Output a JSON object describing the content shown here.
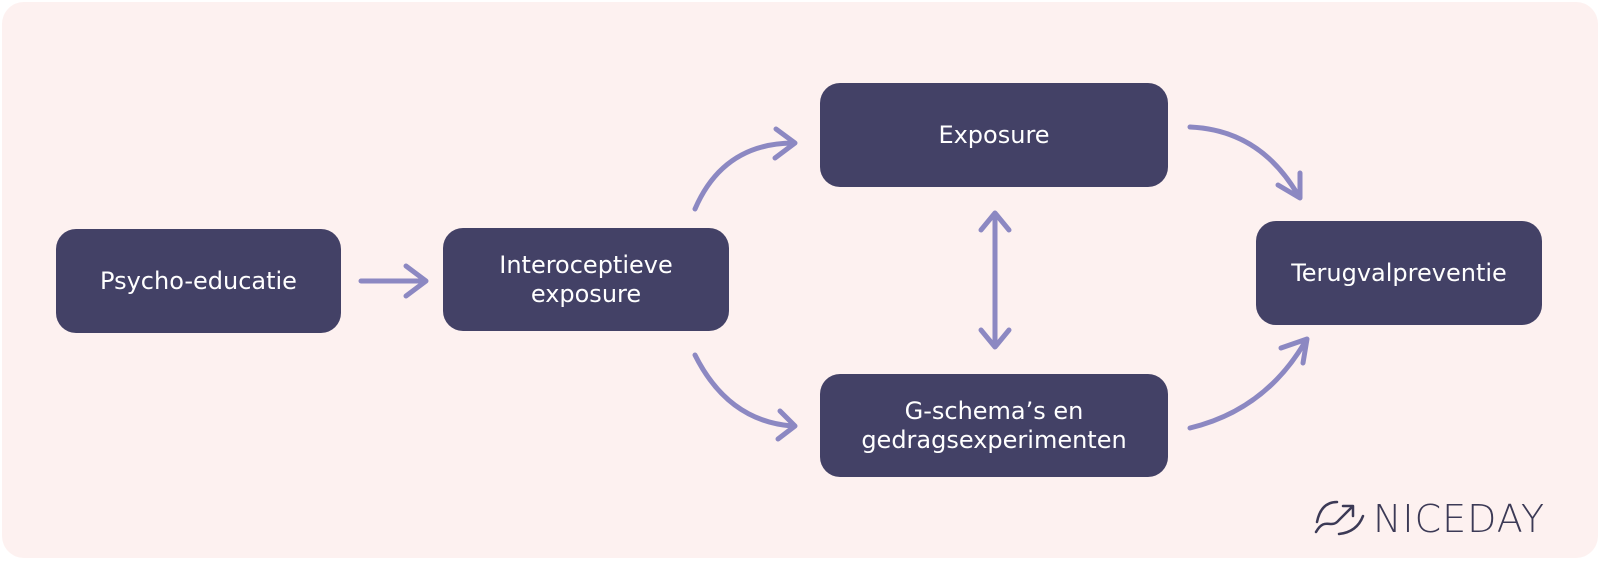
{
  "diagram": {
    "nodes": [
      {
        "id": "psycho",
        "label": "Psycho-educatie"
      },
      {
        "id": "intero",
        "label_line1": "Interoceptieve",
        "label_line2": "exposure"
      },
      {
        "id": "expo",
        "label": "Exposure"
      },
      {
        "id": "gschema",
        "label_line1": "G-schema’s en",
        "label_line2": "gedragsexperimenten"
      },
      {
        "id": "terug",
        "label": "Terugvalpreventie"
      }
    ],
    "edges": [
      {
        "from": "psycho",
        "to": "intero",
        "direction": "forward"
      },
      {
        "from": "intero",
        "to": "expo",
        "direction": "forward"
      },
      {
        "from": "intero",
        "to": "gschema",
        "direction": "forward"
      },
      {
        "from": "expo",
        "to": "gschema",
        "direction": "both"
      },
      {
        "from": "expo",
        "to": "terug",
        "direction": "forward"
      },
      {
        "from": "gschema",
        "to": "terug",
        "direction": "forward"
      }
    ]
  },
  "logo": {
    "text": "NICEDAY"
  },
  "colors": {
    "background": "#fdf1f0",
    "node": "#434166",
    "arrow": "#8c88c2",
    "logo": "#3c3a56"
  }
}
